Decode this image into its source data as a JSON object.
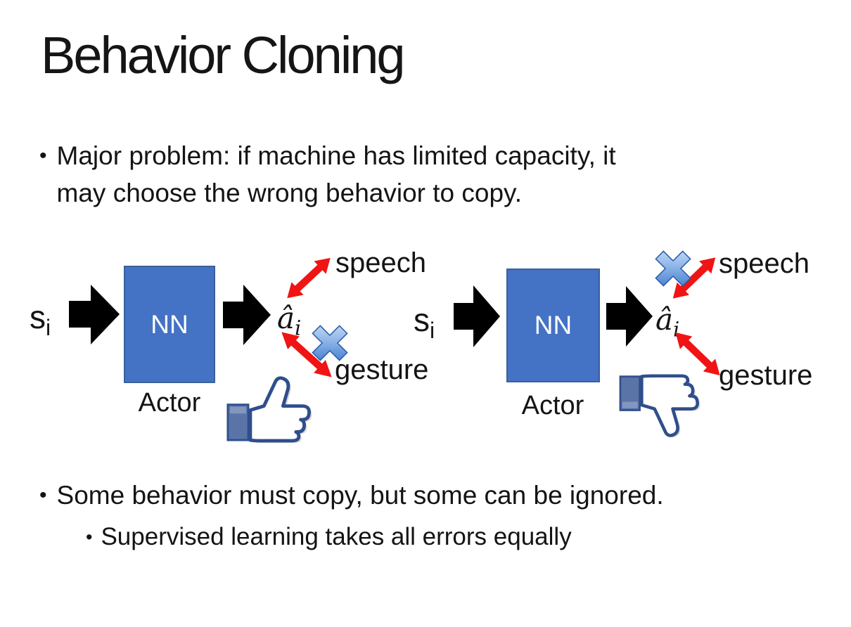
{
  "slide": {
    "title": "Behavior Cloning",
    "bullet_glyph": "•",
    "bullets": {
      "b1_line1": "Major problem: if machine has limited capacity, it",
      "b1_line2": "may choose the wrong behavior to copy.",
      "b2": "Some behavior must copy, but some can be ignored.",
      "b2_sub": "Supervised learning takes all errors equally"
    }
  },
  "diagram": {
    "input_base": "s",
    "input_sub": "i",
    "output_base": "â",
    "output_sub": "i",
    "nn": "NN",
    "actor": "Actor",
    "speech": "speech",
    "gesture": "gesture"
  },
  "icons": {
    "flow_arrow": "black-block-arrow-icon",
    "relation_arrow": "red-double-arrow-icon",
    "cross": "blue-cross-icon",
    "thumbs_up": "thumbs-up-icon",
    "thumbs_down": "thumbs-down-icon"
  },
  "colors": {
    "nn_fill": "#4472C4",
    "nn_border": "#3B5F9C",
    "flow_arrow_black": "#000000",
    "relation_arrow_red": "#F01414",
    "cross_blue": "#3C78D0",
    "thumb_outline": "#2F4E8C",
    "thumb_sleeve": "#5B74A8",
    "text": "#141414",
    "background": "#FFFFFF"
  }
}
